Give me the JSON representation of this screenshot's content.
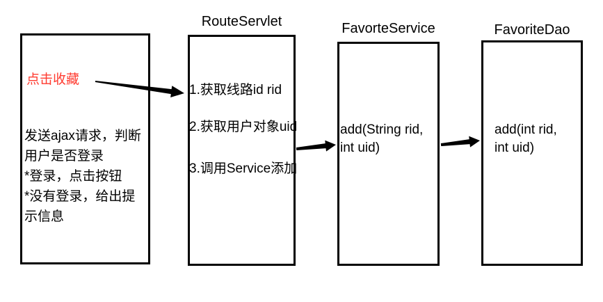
{
  "diagram": {
    "background_color": "#ffffff",
    "line_color": "#000000",
    "accent_red": "#ff3b30",
    "client_box": {
      "red_label": "点击收藏",
      "body_lines": [
        "发送ajax请求，判断",
        "用户是否登录",
        "*登录，点击按钮",
        "*没有登录，给出提",
        "示信息"
      ]
    },
    "route_servlet": {
      "title": "RouteServlet",
      "steps": [
        "1.获取线路id rid",
        "2.获取用户对象uid",
        "3.调用Service添加"
      ]
    },
    "favorte_service": {
      "title": "FavorteService",
      "signature_lines": [
        "add(String rid,",
        "int uid)"
      ]
    },
    "favorite_dao": {
      "title": "FavoriteDao",
      "signature_lines": [
        "add(int rid,",
        "int uid)"
      ]
    },
    "connections": [
      {
        "from": "点击收藏",
        "to": "RouteServlet"
      },
      {
        "from": "RouteServlet",
        "to": "FavorteService"
      },
      {
        "from": "FavorteService",
        "to": "FavoriteDao"
      }
    ]
  }
}
